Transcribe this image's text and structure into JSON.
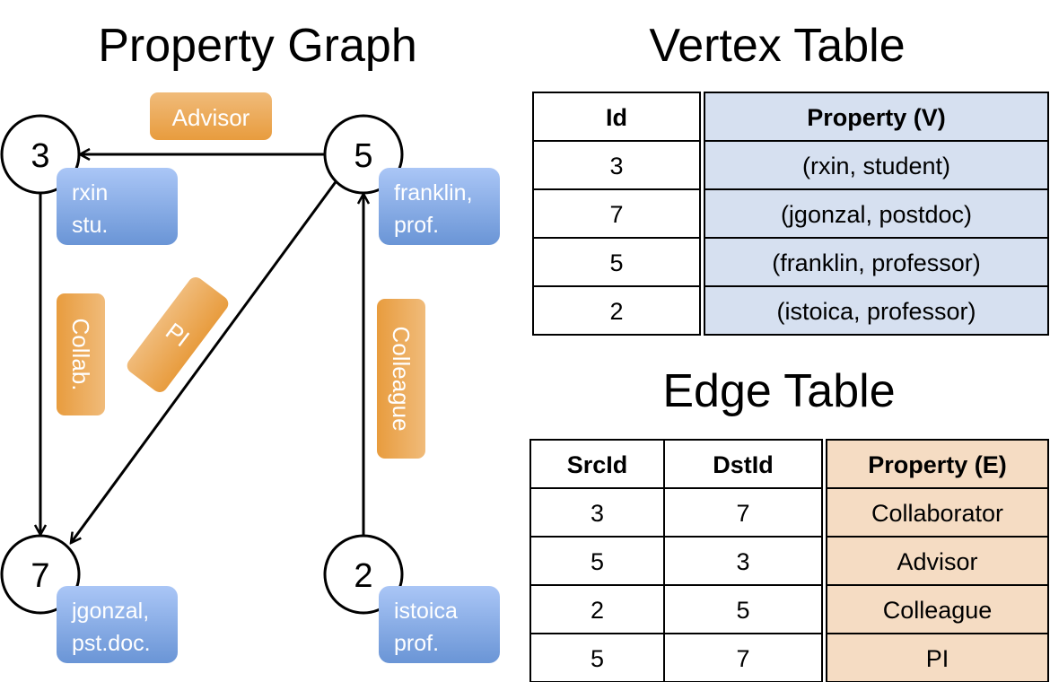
{
  "graph": {
    "title": "Property Graph",
    "nodes": [
      {
        "id": "3",
        "line1": "rxin",
        "line2": "stu."
      },
      {
        "id": "5",
        "line1": "franklin,",
        "line2": "prof."
      },
      {
        "id": "7",
        "line1": "jgonzal,",
        "line2": "pst.doc."
      },
      {
        "id": "2",
        "line1": "istoica",
        "line2": "prof."
      }
    ],
    "edge_labels": {
      "advisor": "Advisor",
      "collab": "Collab.",
      "pi": "PI",
      "colleague": "Colleague"
    }
  },
  "vertex_table": {
    "title": "Vertex Table",
    "headers": [
      "Id",
      "Property (V)"
    ],
    "rows": [
      [
        "3",
        "(rxin, student)"
      ],
      [
        "7",
        "(jgonzal, postdoc)"
      ],
      [
        "5",
        "(franklin, professor)"
      ],
      [
        "2",
        "(istoica, professor)"
      ]
    ]
  },
  "edge_table": {
    "title": "Edge Table",
    "headers": [
      "SrcId",
      "DstId",
      "Property (E)"
    ],
    "rows": [
      [
        "3",
        "7",
        "Collaborator"
      ],
      [
        "5",
        "3",
        "Advisor"
      ],
      [
        "2",
        "5",
        "Colleague"
      ],
      [
        "5",
        "7",
        "PI"
      ]
    ]
  },
  "colors": {
    "vertex_blue": "#d6e0f0",
    "edge_tan": "#f5dcc3",
    "node_label_blue": "#7ba1e0",
    "edge_label_orange": "#eba24a"
  }
}
